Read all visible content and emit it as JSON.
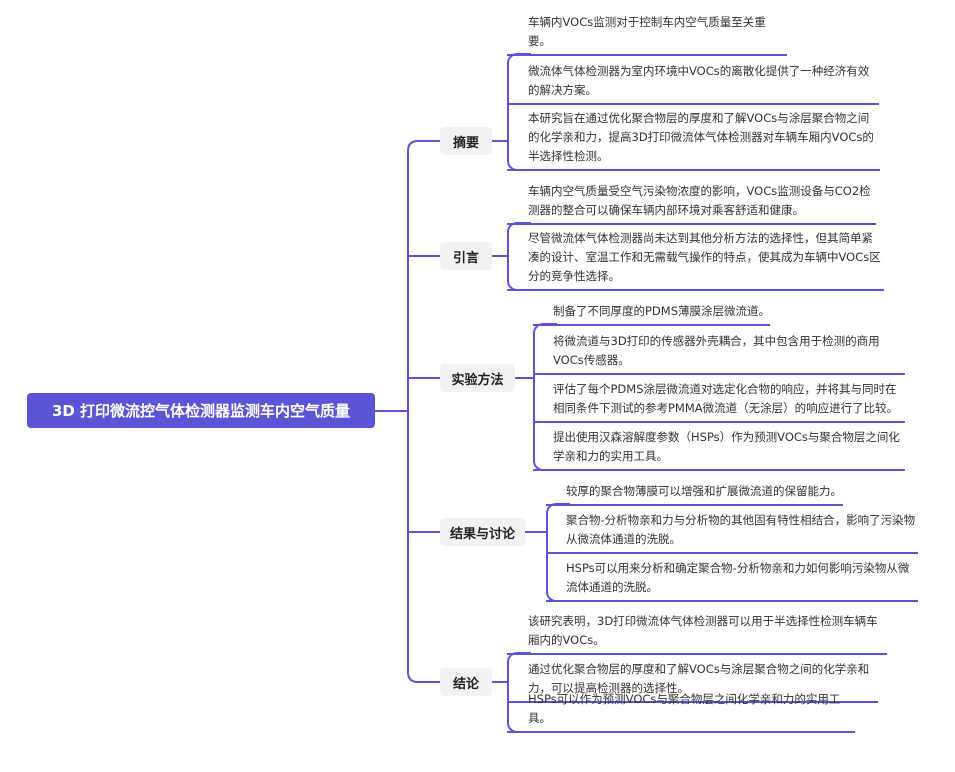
{
  "root": {
    "title": "3D 打印微流控气体检测器监测车内空气质量"
  },
  "branches": [
    {
      "label": "摘要",
      "leaves": [
        "车辆内VOCs监测对于控制车内空气质量至关重要。",
        "微流体气体检测器为室内环境中VOCs的离散化提供了一种经济有效的解决方案。",
        "本研究旨在通过优化聚合物层的厚度和了解VOCs与涂层聚合物之间的化学亲和力，提高3D打印微流体气体检测器对车辆车厢内VOCs的半选择性检测。"
      ]
    },
    {
      "label": "引言",
      "leaves": [
        "车辆内空气质量受空气污染物浓度的影响，VOCs监测设备与CO2检测器的整合可以确保车辆内部环境对乘客舒适和健康。",
        "尽管微流体气体检测器尚未达到其他分析方法的选择性，但其简单紧凑的设计、室温工作和无需载气操作的特点，使其成为车辆中VOCs区分的竞争性选择。"
      ]
    },
    {
      "label": "实验方法",
      "leaves": [
        "制备了不同厚度的PDMS薄膜涂层微流道。",
        "将微流道与3D打印的传感器外壳耦合，其中包含用于检测的商用VOCs传感器。",
        "评估了每个PDMS涂层微流道对选定化合物的响应，并将其与同时在相同条件下测试的参考PMMA微流道（无涂层）的响应进行了比较。",
        "提出使用汉森溶解度参数（HSPs）作为预测VOCs与聚合物层之间化学亲和力的实用工具。"
      ]
    },
    {
      "label": "结果与讨论",
      "leaves": [
        "较厚的聚合物薄膜可以增强和扩展微流道的保留能力。",
        "聚合物-分析物亲和力与分析物的其他固有特性相结合，影响了污染物从微流体通道的洗脱。",
        "HSPs可以用来分析和确定聚合物-分析物亲和力如何影响污染物从微流体通道的洗脱。"
      ]
    },
    {
      "label": "结论",
      "leaves": [
        "该研究表明，3D打印微流体气体检测器可以用于半选择性检测车辆车厢内的VOCs。",
        "通过优化聚合物层的厚度和了解VOCs与涂层聚合物之间的化学亲和力，可以提高检测器的选择性。",
        "HSPs可以作为预测VOCs与聚合物层之间化学亲和力的实用工具。"
      ]
    }
  ],
  "colors": {
    "accent": "#5b55d6",
    "category_bg": "#f2f2f2"
  }
}
